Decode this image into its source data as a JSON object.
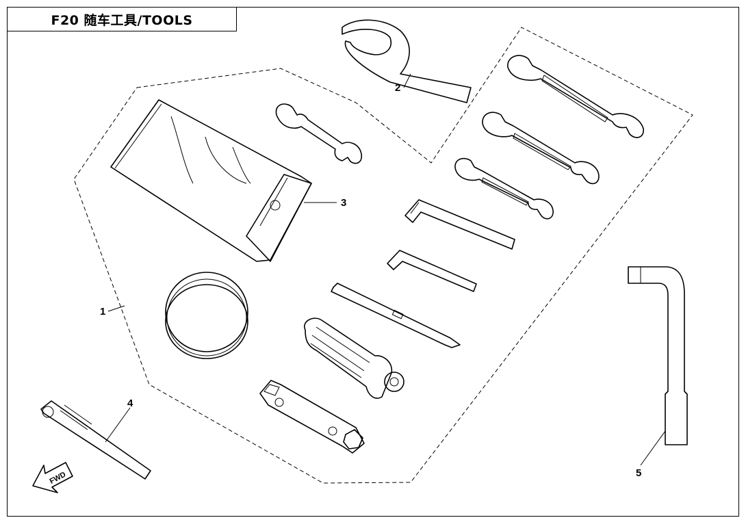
{
  "diagram": {
    "title": "F20  随车工具/TOOLS",
    "callouts": [
      {
        "number": "1"
      },
      {
        "number": "2"
      },
      {
        "number": "3"
      },
      {
        "number": "4"
      },
      {
        "number": "5"
      }
    ],
    "direction_marker": "FWD"
  }
}
